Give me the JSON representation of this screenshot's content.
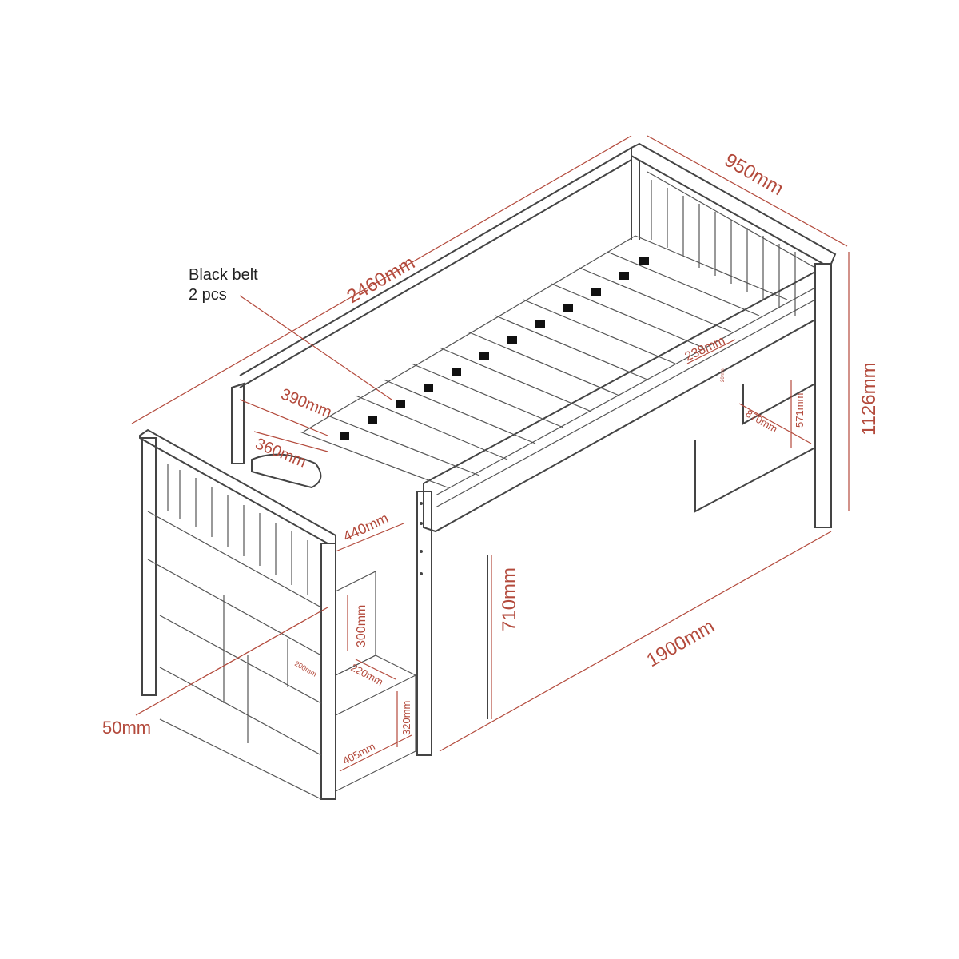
{
  "title": "Mid sleeper bed with stairs dimensions",
  "note": {
    "line1": "Black belt",
    "line2": "2 pcs"
  },
  "dimensions": {
    "total_length": "2460mm",
    "width": "950mm",
    "height": "1126mm",
    "mattress_length": "1900mm",
    "underbed_height": "710mm",
    "opening_390": "390mm",
    "opening_360": "360mm",
    "step_width": "440mm",
    "step_rise": "300mm",
    "step_depth": "220mm",
    "cube_200": "200mm",
    "bottom_rise": "320mm",
    "bottom_depth": "405mm",
    "post": "50mm",
    "slot_width": "238mm",
    "slot_small": "20mm",
    "under_depth": "870mm",
    "under_height": "571mm"
  },
  "colors": {
    "dimension": "#b34a3c",
    "line": "#444444"
  }
}
